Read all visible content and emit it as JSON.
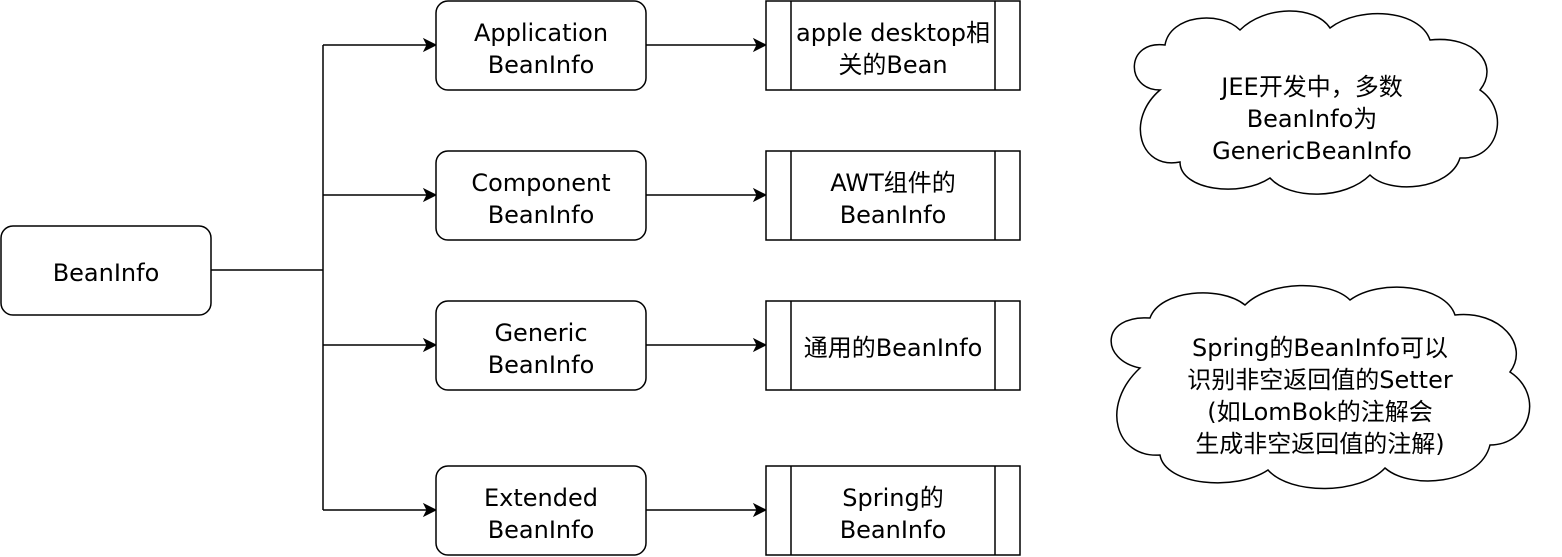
{
  "root": {
    "label": "BeanInfo"
  },
  "branches": [
    {
      "name": "application",
      "lines": [
        "Application",
        "BeanInfo"
      ],
      "detail": [
        "apple desktop相",
        "关的Bean"
      ]
    },
    {
      "name": "component",
      "lines": [
        "Component",
        "BeanInfo"
      ],
      "detail": [
        "AWT组件的",
        "BeanInfo"
      ]
    },
    {
      "name": "generic",
      "lines": [
        "Generic",
        "BeanInfo"
      ],
      "detail": [
        "通用的BeanInfo"
      ]
    },
    {
      "name": "extended",
      "lines": [
        "Extended",
        "BeanInfo"
      ],
      "detail": [
        "Spring的",
        "BeanInfo"
      ]
    }
  ],
  "notes": [
    {
      "name": "jee-note",
      "lines": [
        "JEE开发中，多数",
        "BeanInfo为",
        "GenericBeanInfo"
      ]
    },
    {
      "name": "spring-note",
      "lines": [
        "Spring的BeanInfo可以",
        "识别非空返回值的Setter",
        "(如LomBok的注解会",
        "生成非空返回值的注解)"
      ]
    }
  ]
}
